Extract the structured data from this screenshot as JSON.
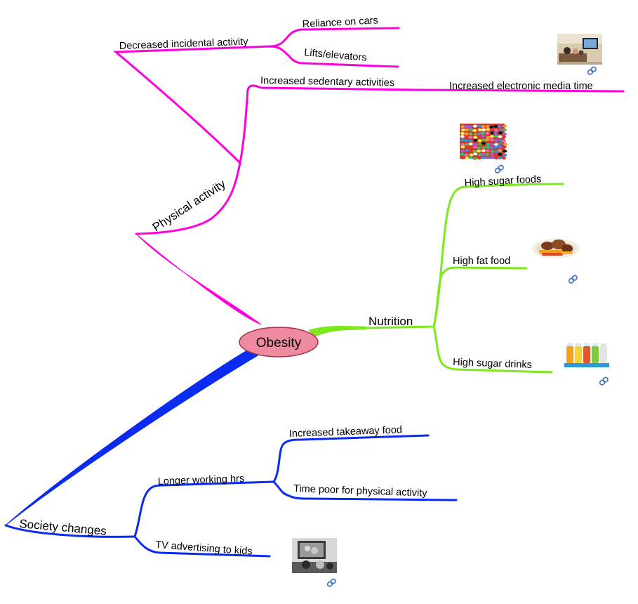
{
  "central": {
    "label": "Obesity",
    "fill": "#ee8aa0",
    "stroke": "#a8304a"
  },
  "branches": [
    {
      "id": "physical",
      "label": "Physical activity",
      "color": "#ff00dd",
      "children": [
        {
          "label": "Decreased incidental activity",
          "children": [
            {
              "label": "Reliance on cars"
            },
            {
              "label": "Lifts/elevators"
            }
          ]
        },
        {
          "label": "Increased sedentary activities",
          "children": [
            {
              "label": "Increased electronic media time",
              "image": "family-watching-tv",
              "link": true
            }
          ]
        }
      ]
    },
    {
      "id": "nutrition",
      "label": "Nutrition",
      "color": "#7de81d",
      "children": [
        {
          "label": "High sugar foods",
          "image": "jelly-beans",
          "link": true
        },
        {
          "label": "High fat food",
          "image": "fried-food-plate",
          "link": true
        },
        {
          "label": "High sugar drinks",
          "image": "drink-bottles",
          "link": true
        }
      ]
    },
    {
      "id": "society",
      "label": "Society changes",
      "color": "#0b2bf0",
      "children": [
        {
          "label": "Longer working hrs",
          "children": [
            {
              "label": "Increased takeaway food"
            },
            {
              "label": "Time poor for physical activity"
            }
          ]
        },
        {
          "label": "TV advertising to kids",
          "image": "kids-watching-tv",
          "link": true
        }
      ]
    }
  ]
}
